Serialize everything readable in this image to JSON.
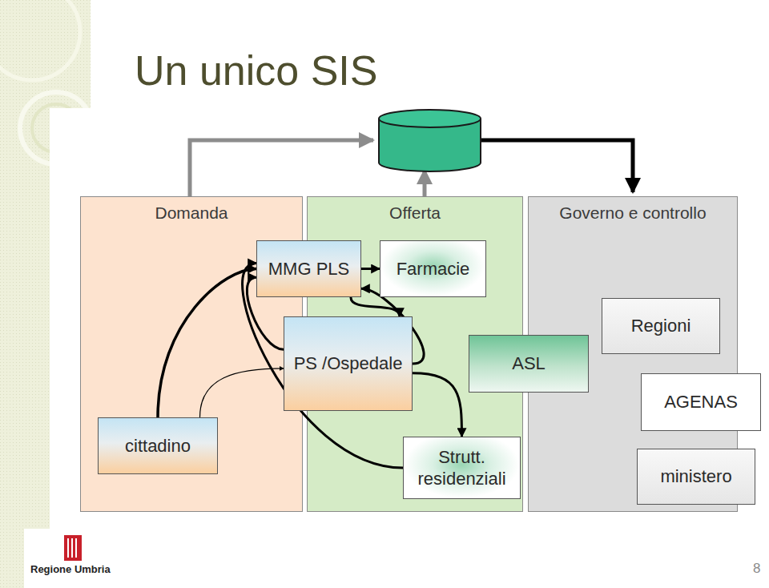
{
  "diagram": {
    "title": "Un unico SIS",
    "nodes": [
      {
        "text": [
          "Domanda"
        ]
      },
      {
        "text": [
          "cittadino"
        ],
        "in": 0
      },
      {
        "text": [
          "Offerta"
        ]
      },
      {
        "text": [
          "MMG PLS"
        ],
        "in": 2
      },
      {
        "text": [
          "Farmacie"
        ],
        "in": 2
      },
      {
        "text": [
          "PS /Ospedale"
        ],
        "in": 2
      },
      {
        "text": [
          "ASL"
        ],
        "in": 2
      },
      {
        "text": [
          "Strutt. residenziali"
        ],
        "in": 2
      },
      {
        "text": [
          "Governo e controllo"
        ]
      },
      {
        "text": [
          "Regioni"
        ],
        "in": 8
      },
      {
        "text": [
          "AGENAS"
        ],
        "in": 8
      },
      {
        "text": [
          "ministero"
        ],
        "in": 8
      }
    ],
    "edges": [
      {
        "from": 1,
        "to": 3,
        "arrow": "to"
      },
      {
        "from": 1,
        "to": 5,
        "arrow": "to"
      },
      {
        "from": 3,
        "to": 4,
        "arrow": "to"
      },
      {
        "from": 3,
        "to": 5,
        "arrow": "to"
      },
      {
        "from": 5,
        "to": 3,
        "arrow": "to"
      },
      {
        "from": 5,
        "to": 3,
        "arrow": "to"
      },
      {
        "from": 5,
        "to": 7,
        "arrow": "to"
      },
      {
        "from": 7,
        "to": 3,
        "arrow": "to"
      }
    ],
    "labels": [
      "Regione Umbria",
      "8"
    ]
  }
}
